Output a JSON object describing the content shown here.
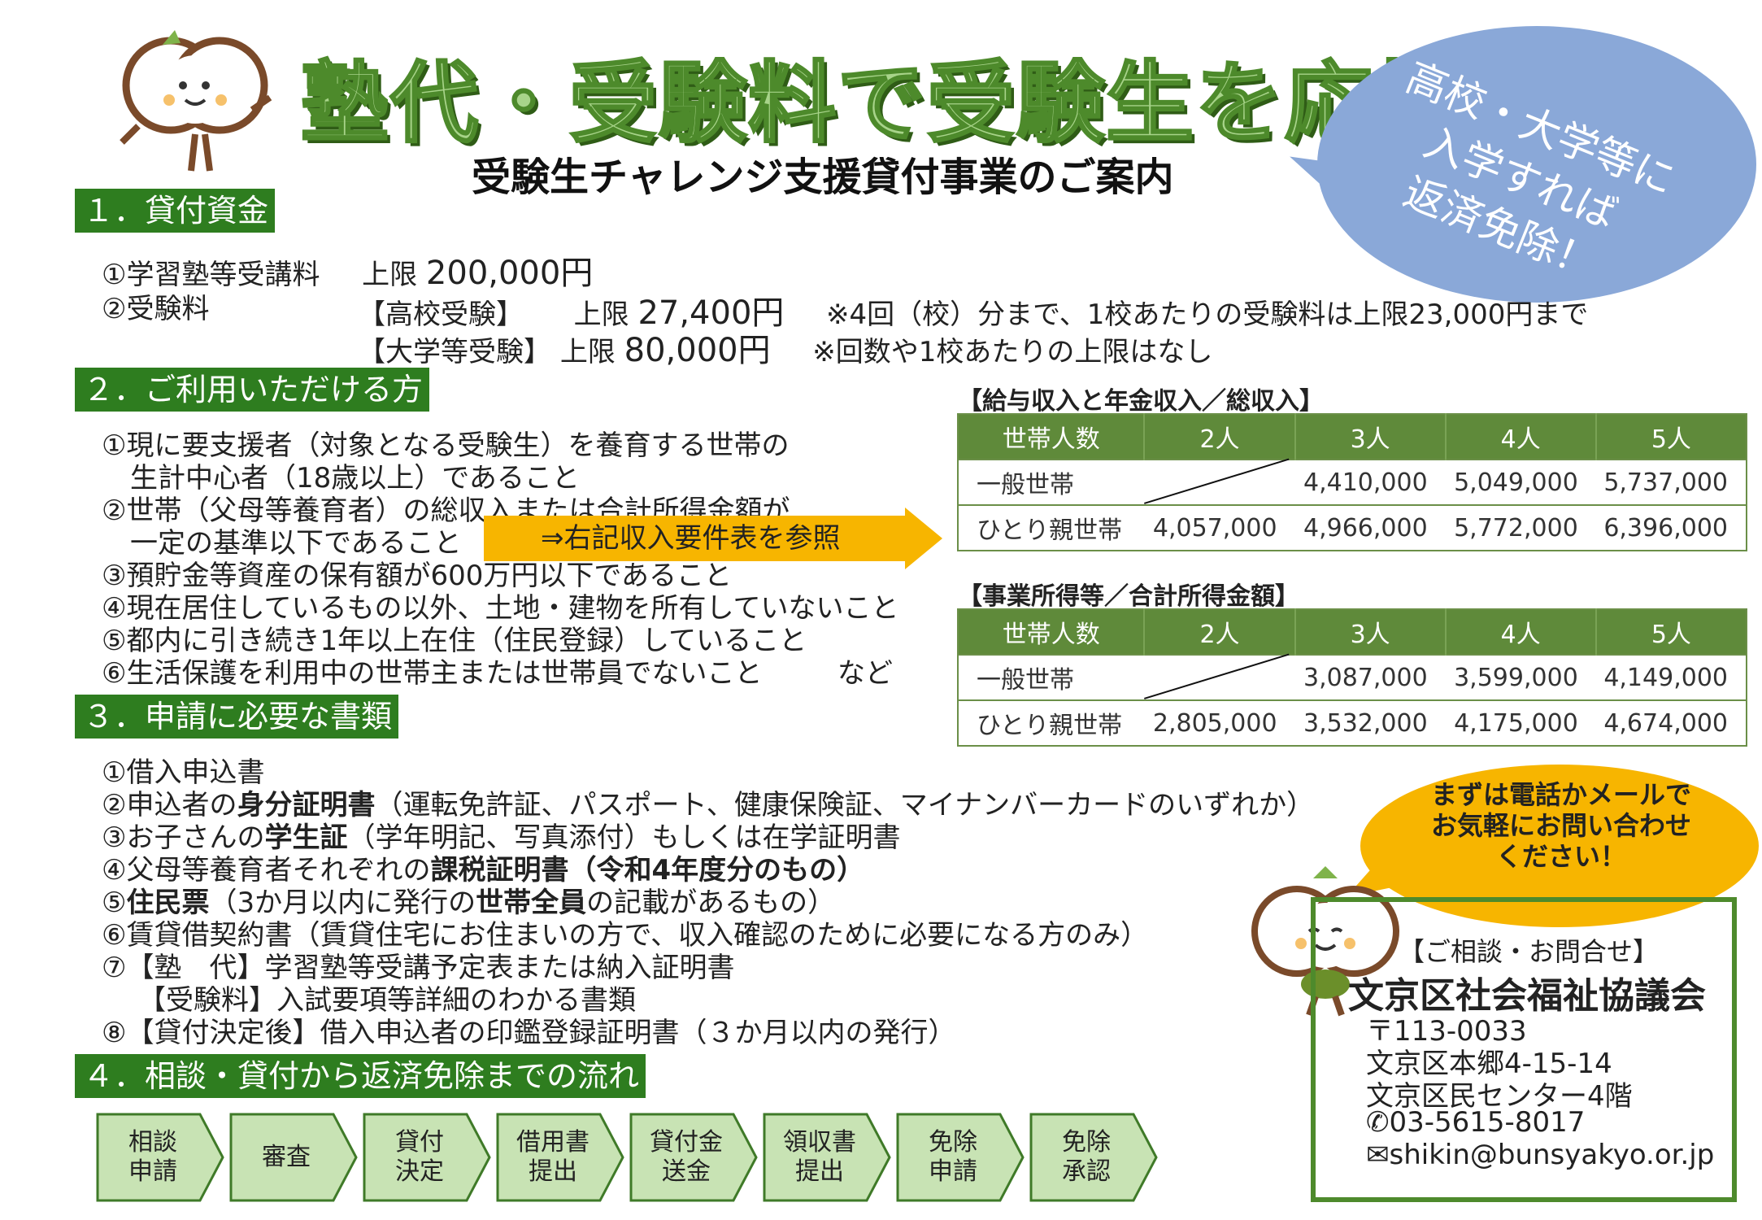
{
  "header": {
    "title": "塾代・受験料で受験生を応援！",
    "subtitle": "受験生チャレンジ支援貸付事業のご案内",
    "bubble_lines": [
      "高校・大学等に",
      "入学すれば",
      "返済免除！"
    ]
  },
  "section1": {
    "heading": "１．貸付資金",
    "row1": {
      "label": "①学習塾等受講料",
      "limit_label": "上限",
      "amount": "200,000円"
    },
    "row2": {
      "label": "②受験料",
      "sub": "【高校受験】",
      "limit_label": "上限",
      "amount": "27,400円",
      "note": "※4回（校）分まで、1校あたりの受験料は上限23,000円まで"
    },
    "row3": {
      "sub": "【大学等受験】",
      "limit_label": "上限",
      "amount": "80,000円",
      "note": "※回数や1校あたりの上限はなし"
    }
  },
  "section2": {
    "heading": "２．ご利用いただける方",
    "items": [
      "①現に要支援者（対象となる受験生）を養育する世帯の",
      "生計中心者（18歳以上）であること",
      "②世帯（父母等養育者）の総収入または合計所得金額が",
      "一定の基準以下であること",
      "③預貯金等資産の保有額が600万円以下であること",
      "④現在居住しているもの以外、土地・建物を所有していないこと",
      "⑤都内に引き続き1年以上在住（住民登録）していること",
      "⑥生活保護を利用中の世帯主または世帯員でないこと"
    ],
    "etc": "など",
    "arrow_text": "⇒右記収入要件表を参照"
  },
  "table1": {
    "title": "【給与収入と年金収入／総収入】",
    "headers": [
      "世帯人数",
      "2人",
      "3人",
      "4人",
      "5人"
    ],
    "rows": [
      {
        "label": "一般世帯",
        "values": [
          "",
          "4,410,000",
          "5,049,000",
          "5,737,000"
        ]
      },
      {
        "label": "ひとり親世帯",
        "values": [
          "4,057,000",
          "4,966,000",
          "5,772,000",
          "6,396,000"
        ]
      }
    ]
  },
  "table2": {
    "title": "【事業所得等／合計所得金額】",
    "headers": [
      "世帯人数",
      "2人",
      "3人",
      "4人",
      "5人"
    ],
    "rows": [
      {
        "label": "一般世帯",
        "values": [
          "",
          "3,087,000",
          "3,599,000",
          "4,149,000"
        ]
      },
      {
        "label": "ひとり親世帯",
        "values": [
          "2,805,000",
          "3,532,000",
          "4,175,000",
          "4,674,000"
        ]
      }
    ]
  },
  "section3": {
    "heading": "３．申請に必要な書類",
    "item1": "①借入申込書",
    "item2": {
      "a": "②申込者の",
      "b": "身分証明書",
      "c": "（運転免許証、パスポート、健康保険証、マイナンバーカードのいずれか）"
    },
    "item3": {
      "a": "③お子さんの",
      "b": "学生証",
      "c": "（学年明記、写真添付）もしくは在学証明書"
    },
    "item4": {
      "a": "④父母等養育者それぞれの",
      "b": "課税証明書（令和4年度分のもの）"
    },
    "item5": {
      "a": "⑤",
      "b": "住民票",
      "c": "（3か月以内",
      "d": "に発行の",
      "e": "世帯全員",
      "f": "の記載があるもの）"
    },
    "item6": "⑥賃貸借契約書（賃貸住宅にお住まいの方で、収入確認のために必要になる方のみ）",
    "item7a": "⑦【塾　代】学習塾等受講予定表または納入証明書",
    "item7b": "【受験料】入試要項等詳細のわかる書類",
    "item8": "⑧【貸付決定後】借入申込者の印鑑登録証明書（３か月以内の発行）"
  },
  "section4": {
    "heading": "４．相談・貸付から返済免除までの流れ",
    "steps": [
      "相談\n申請",
      "審査",
      "貸付\n決定",
      "借用書\n提出",
      "貸付金\n送金",
      "領収書\n提出",
      "免除\n申請",
      "免除\n承認"
    ]
  },
  "contact": {
    "bubble": "まずは電話かメールで\nお気軽にお問い合わせ\nください！",
    "label": "【ご相談・お問合せ】",
    "org": "文京区社会福祉協議会",
    "postal": "〒113-0033",
    "address1": "文京区本郷4-15-14",
    "address2": "文京区民センター4階",
    "phone": "✆03-5615-8017",
    "email": "✉shikin@bunsyakyo.or.jp"
  },
  "colors": {
    "section_green": "#2e7d1f",
    "table_green": "#5f8a3a",
    "arrow_yellow": "#f7b500",
    "bubble_blue": "#8aa8d8"
  }
}
